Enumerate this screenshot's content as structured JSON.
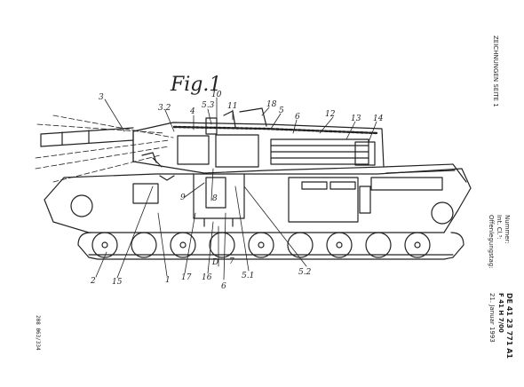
{
  "figure": {
    "label": "Fig.1"
  },
  "header": {
    "text": "ZEICHNUNGEN SEITE 1"
  },
  "meta": {
    "nummer_label": "Nummer:",
    "int_cl_label": "Int. Cl.⁵:",
    "offenlegung_label": "Offenlegungstag:",
    "nummer_value": "DE 41 23 771 A1",
    "int_cl_value": "F 41 H 7/00",
    "offenlegung_value": "21. Januar 1993"
  },
  "footer": {
    "code": "208 063/334"
  },
  "callouts": {
    "c3": "3",
    "c32": "3.2",
    "c4": "4",
    "c53": "5.3",
    "c10": "10",
    "c11": "11",
    "c18": "18",
    "c5": "5",
    "c6": "6",
    "c12": "12",
    "c13": "13",
    "c14": "14",
    "c9": "9",
    "c8": "8",
    "cD": "D",
    "c2": "2",
    "c15": "15",
    "c1": "1",
    "c17": "17",
    "c16": "16",
    "c7": "7",
    "c6b": "6",
    "c51": "5.1",
    "c52": "5.2"
  },
  "colors": {
    "ink": "#222222",
    "paper": "#ffffff"
  }
}
